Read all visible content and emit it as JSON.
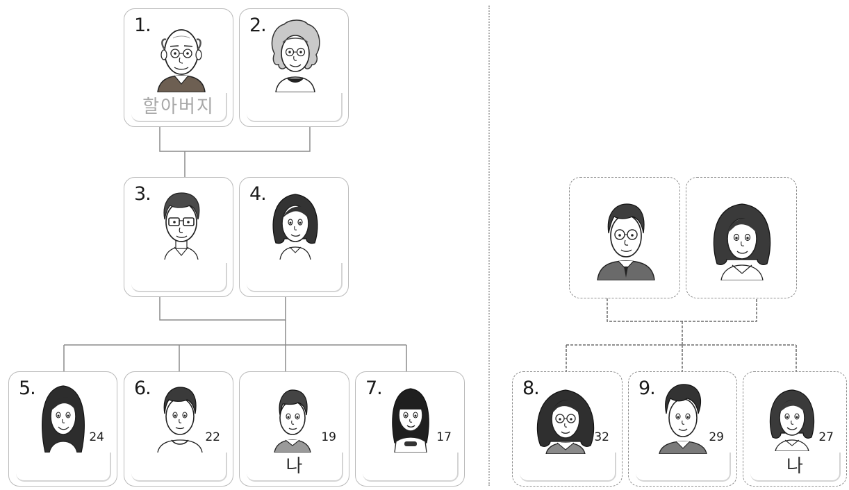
{
  "left_tree": {
    "gen1": [
      {
        "number": "1.",
        "icon": "grandfather-face-icon",
        "answer": "할아버지"
      },
      {
        "number": "2.",
        "icon": "grandmother-face-icon",
        "answer": ""
      }
    ],
    "gen2": [
      {
        "number": "3.",
        "icon": "father-face-icon",
        "answer": ""
      },
      {
        "number": "4.",
        "icon": "mother-face-icon",
        "answer": ""
      }
    ],
    "gen3": [
      {
        "number": "5.",
        "icon": "older-sister-face-icon",
        "age": "24",
        "answer": ""
      },
      {
        "number": "6.",
        "icon": "older-brother-face-icon",
        "age": "22",
        "answer": ""
      },
      {
        "number": "",
        "icon": "boy-face-icon",
        "age": "19",
        "answer": "나"
      },
      {
        "number": "7.",
        "icon": "younger-sister-face-icon",
        "age": "17",
        "answer": ""
      }
    ]
  },
  "right_tree": {
    "parents": [
      {
        "icon": "father-face-icon"
      },
      {
        "icon": "mother-face-icon"
      }
    ],
    "children": [
      {
        "number": "8.",
        "icon": "older-sister-face-icon",
        "age": "32",
        "answer": ""
      },
      {
        "number": "9.",
        "icon": "older-brother-face-icon",
        "age": "29",
        "answer": ""
      },
      {
        "number": "",
        "icon": "girl-face-icon",
        "age": "27",
        "answer": "나"
      }
    ]
  }
}
